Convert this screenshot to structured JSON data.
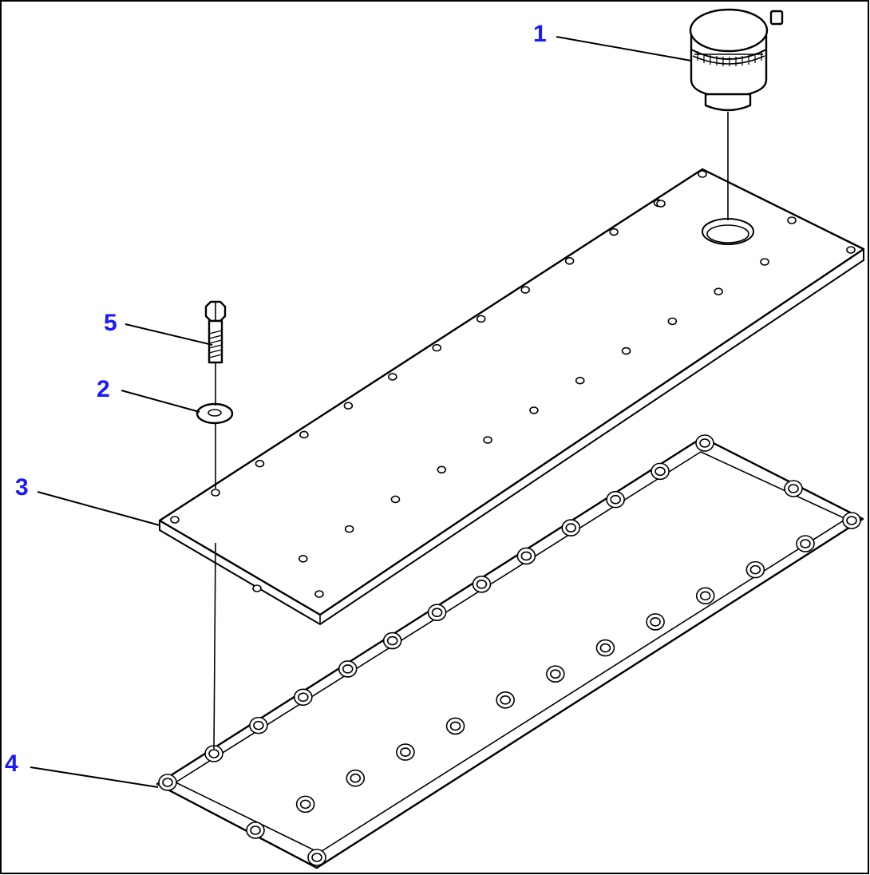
{
  "colors": {
    "callout": "#1a1aff",
    "line": "#000000",
    "background": "#ffffff"
  },
  "callouts": [
    {
      "number": "1",
      "part": "breather"
    },
    {
      "number": "2",
      "part": "washer"
    },
    {
      "number": "3",
      "part": "cover"
    },
    {
      "number": "4",
      "part": "gasket"
    },
    {
      "number": "5",
      "part": "bolt"
    }
  ]
}
